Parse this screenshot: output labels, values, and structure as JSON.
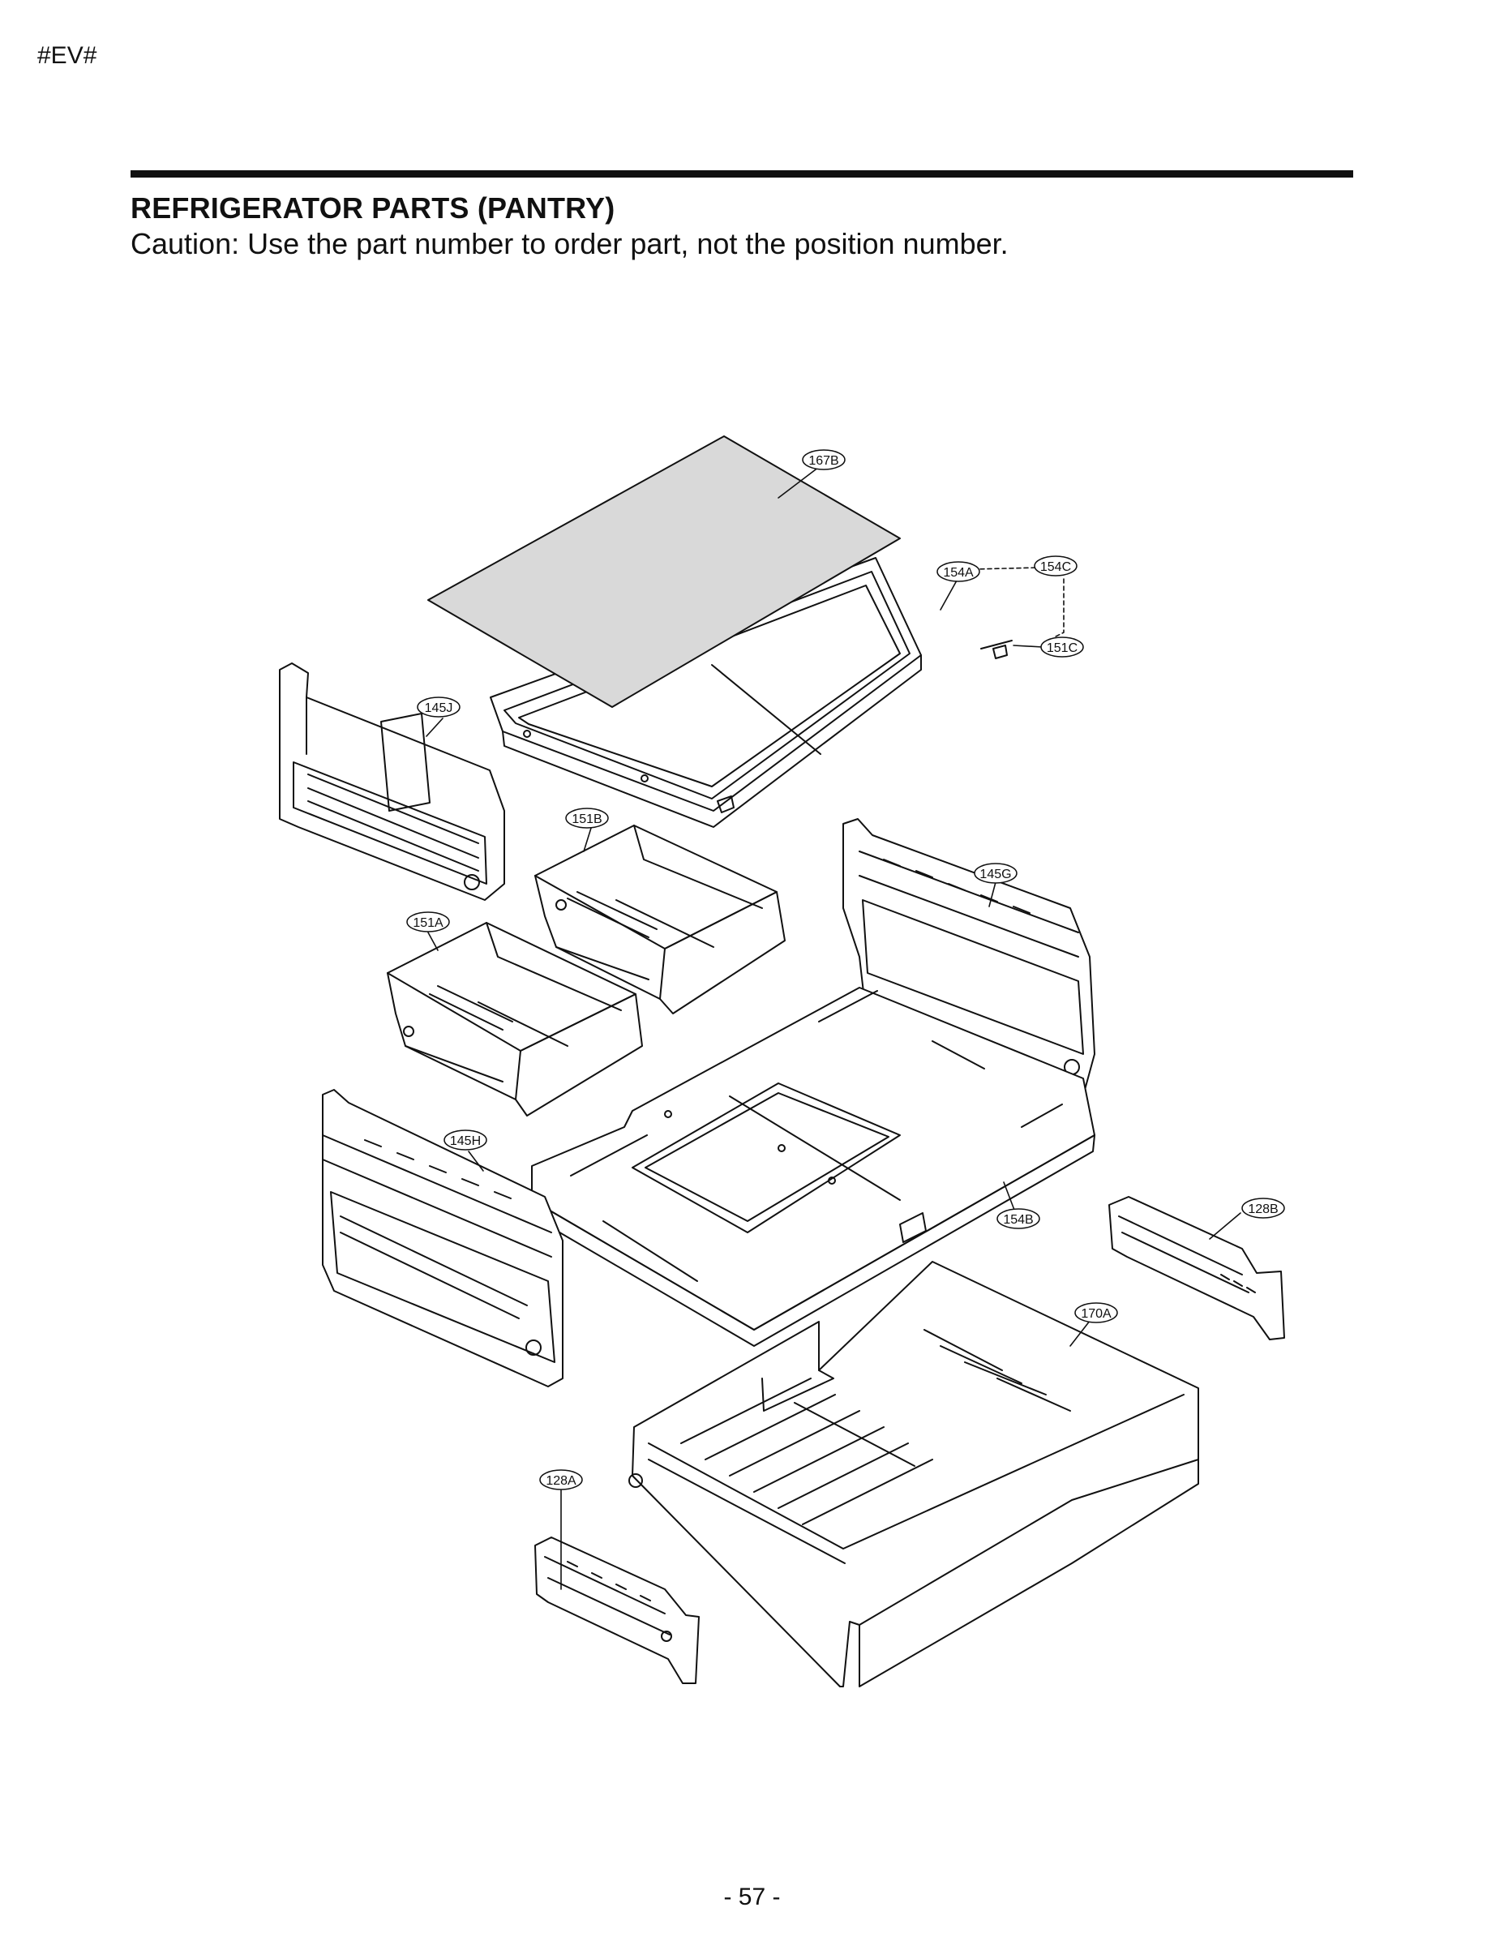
{
  "header": {
    "tag": "#EV#",
    "title": "REFRIGERATOR PARTS (PANTRY)",
    "caution": "Caution: Use the part number to order part, not the position number."
  },
  "diagram": {
    "callouts": [
      "167B",
      "154A",
      "154C",
      "151C",
      "145J",
      "151B",
      "145G",
      "151A",
      "145H",
      "154B",
      "128B",
      "170A",
      "128A"
    ]
  },
  "footer": {
    "page_number": "- 57 -"
  }
}
